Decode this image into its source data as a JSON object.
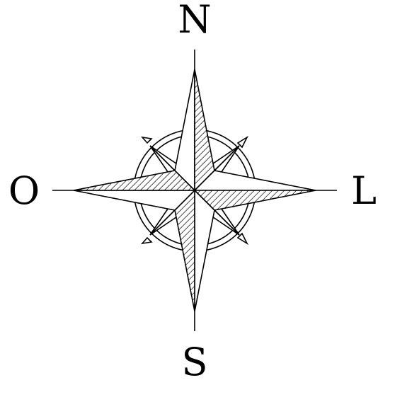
{
  "compass": {
    "labels": {
      "north": "N",
      "south": "S",
      "east": "L",
      "west": "O"
    },
    "colors": {
      "ink": "#000000",
      "paper": "#ffffff"
    },
    "hatching": "diagonal-lines"
  }
}
